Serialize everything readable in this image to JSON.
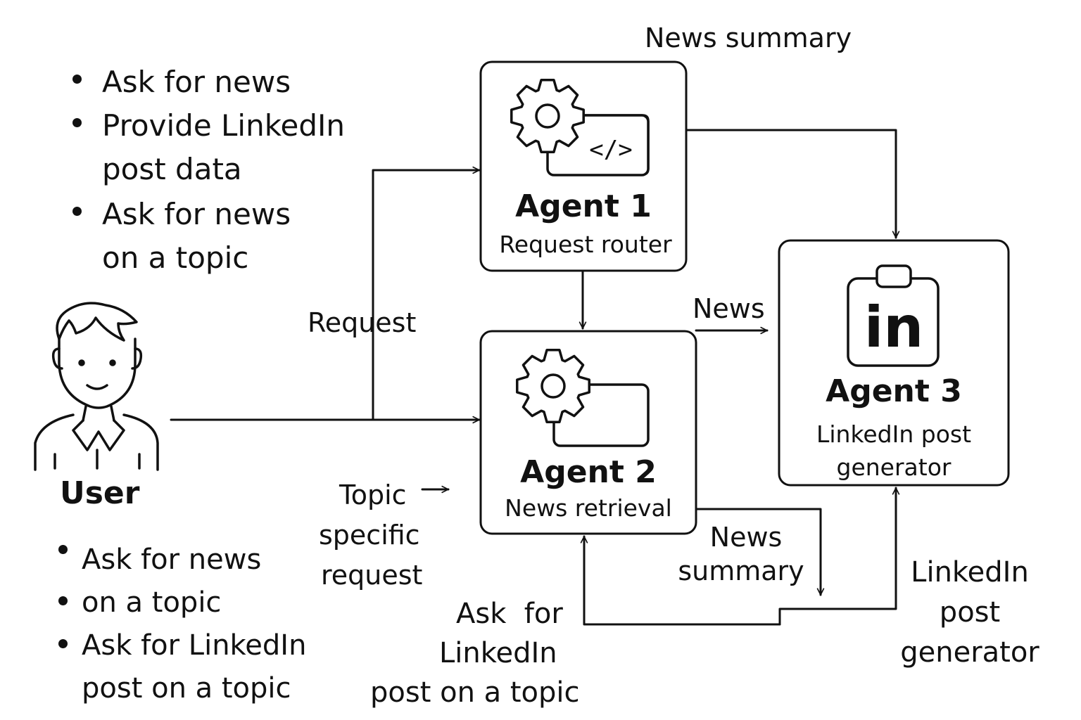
{
  "user": {
    "label": "User",
    "needs": [
      {
        "lines": [
          "Ask for news"
        ]
      },
      {
        "lines": [
          "Provide LinkedIn",
          "post data"
        ]
      },
      {
        "lines": [
          "Ask for news",
          "on a topic"
        ]
      }
    ],
    "actions": [
      {
        "lines": [
          "Ask for news"
        ]
      },
      {
        "lines": [
          "on a topic"
        ]
      },
      {
        "lines": [
          "Ask for LinkedIn",
          "post on a topic"
        ]
      }
    ]
  },
  "agents": {
    "agent1": {
      "title": "Agent 1",
      "subtitle": "Request router",
      "icon": "gear-code-icon",
      "code_glyph": "</>"
    },
    "agent2": {
      "title": "Agent 2",
      "subtitle": "News retrieval",
      "icon": "gear-window-icon"
    },
    "agent3": {
      "title": "Agent 3",
      "subtitle": [
        "LinkedIn post",
        "generator"
      ],
      "icon": "linkedin-icon",
      "logo_text": "in"
    }
  },
  "edge_labels": {
    "news_summary_top": "News summary",
    "request": "Request",
    "news": "News",
    "topic_specific": [
      "Topic",
      "specific",
      "request"
    ],
    "news_summary_bottom": [
      "News",
      "summary"
    ],
    "ask_linkedin": [
      "Ask  for",
      "LinkedIn",
      "post on a topic"
    ],
    "linkedin_generator": [
      "LinkedIn",
      "post",
      "generator"
    ]
  },
  "colors": {
    "stroke": "#111111",
    "background": "#ffffff"
  }
}
